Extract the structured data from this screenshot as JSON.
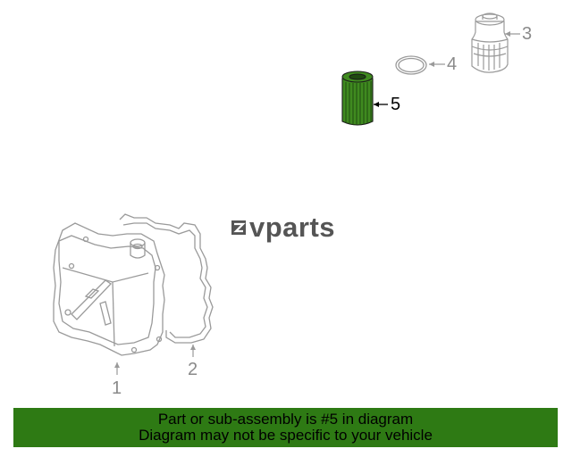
{
  "callouts": {
    "c1": "1",
    "c2": "2",
    "c3": "3",
    "c4": "4",
    "c5": "5"
  },
  "highlighted_part": "5",
  "logo": {
    "text": "vparts",
    "icon": "ev-logo-icon"
  },
  "banner": {
    "line1": "Part or sub-assembly is #5 in diagram",
    "line2": "Diagram may not be specific to your vehicle",
    "color": "#2e7a14"
  },
  "colors": {
    "outline": "#8a8a8a",
    "highlight": "#3f8a1f",
    "active_text": "#000000"
  }
}
